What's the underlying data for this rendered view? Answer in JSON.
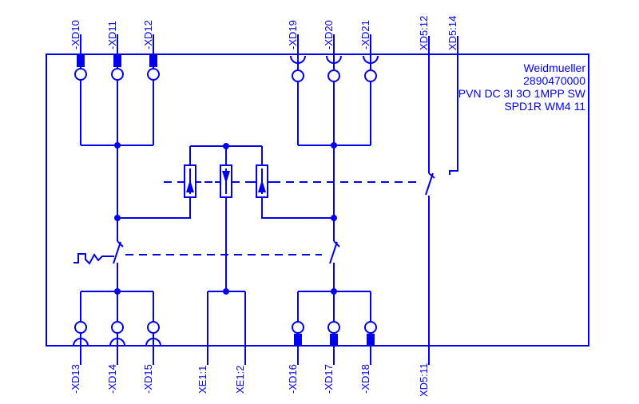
{
  "colors": {
    "line": "#0000ee",
    "background": "#ffffff"
  },
  "title_block": {
    "lines": [
      "Weidmueller",
      "2890470000",
      "PVN DC 3I 3O 1MPP SW",
      "SPD1R WM4 11"
    ]
  },
  "terminals": {
    "top_left": [
      {
        "label": "-XD10"
      },
      {
        "label": "-XD11"
      },
      {
        "label": "-XD12"
      }
    ],
    "top_right": [
      {
        "label": "-XD19"
      },
      {
        "label": "-XD20"
      },
      {
        "label": "-XD21"
      }
    ],
    "signal_top": [
      {
        "label": "XD5:12"
      },
      {
        "label": "XD5:14"
      }
    ],
    "bottom_left": [
      {
        "label": "-XD13"
      },
      {
        "label": "-XD14"
      },
      {
        "label": "-XD15"
      }
    ],
    "earth": [
      {
        "label": "XE1:1"
      },
      {
        "label": "XE1:2"
      }
    ],
    "bottom_right": [
      {
        "label": "-XD16"
      },
      {
        "label": "-XD17"
      },
      {
        "label": "-XD18"
      }
    ],
    "signal_bottom": [
      {
        "label": "XD5:11"
      }
    ]
  }
}
